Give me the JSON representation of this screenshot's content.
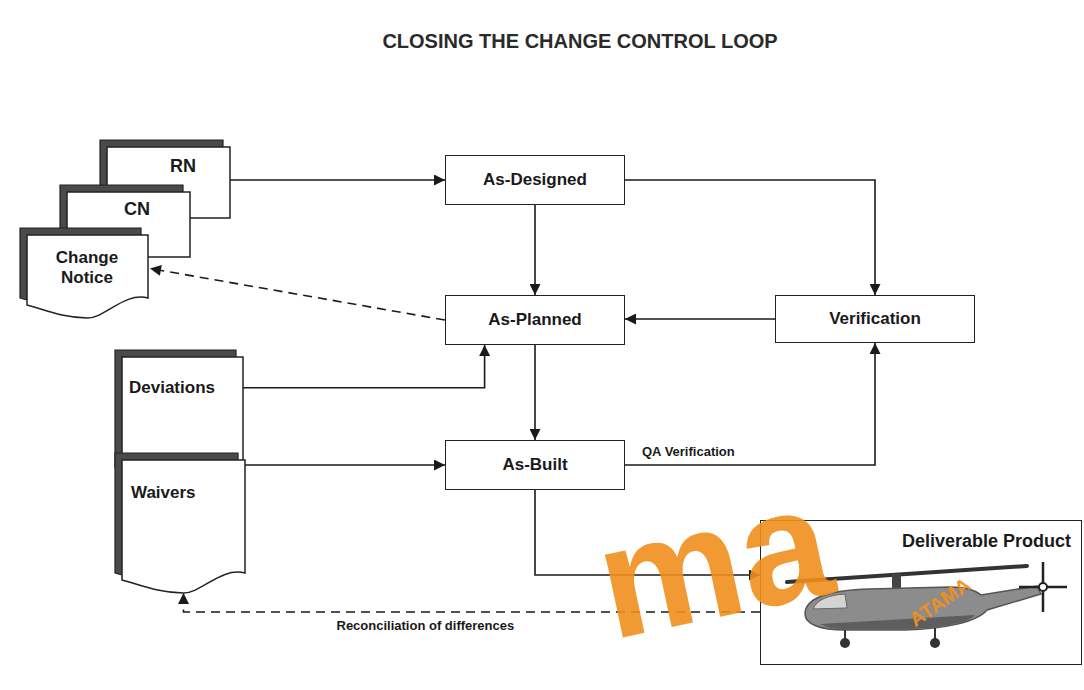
{
  "diagram": {
    "title": "CLOSING THE CHANGE CONTROL LOOP",
    "nodes": [
      {
        "text": [
          "RN"
        ]
      },
      {
        "text": [
          "CN"
        ]
      },
      {
        "text": [
          "Change Notice"
        ]
      },
      {
        "text": [
          "As-Designed"
        ]
      },
      {
        "text": [
          "As-Planned"
        ]
      },
      {
        "text": [
          "Verification"
        ]
      },
      {
        "text": [
          "Deviations"
        ]
      },
      {
        "text": [
          "Waivers"
        ]
      },
      {
        "text": [
          "As-Built"
        ]
      },
      {
        "text": [
          "Deliverable Product"
        ]
      }
    ],
    "edges": [
      {
        "from": 0,
        "to": 3,
        "arrow": "to"
      },
      {
        "from": 3,
        "to": 4,
        "arrow": "to"
      },
      {
        "from": 3,
        "to": 5,
        "arrow": "to"
      },
      {
        "from": 4,
        "to": 2,
        "arrow": "to"
      },
      {
        "from": 5,
        "to": 4,
        "arrow": "to"
      },
      {
        "from": 6,
        "to": 4,
        "arrow": "to"
      },
      {
        "from": 4,
        "to": 8,
        "arrow": "to"
      },
      {
        "from": 7,
        "to": 8,
        "arrow": "to"
      },
      {
        "from": 8,
        "to": 5,
        "label": "QA Verification",
        "arrow": "to"
      },
      {
        "from": 8,
        "to": 9,
        "arrow": "to"
      },
      {
        "from": 9,
        "to": 7,
        "label": "Reconciliation of differences",
        "arrow": "to"
      }
    ],
    "labels": [
      "ma",
      "ATAMA"
    ]
  }
}
